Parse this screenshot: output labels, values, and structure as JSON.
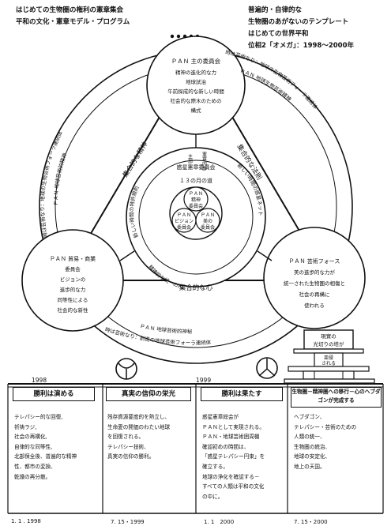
{
  "header_left": {
    "line1": "はじめての生物圏の権利の憲章集会",
    "line2": "平和の文化・憲章モデル・プログラム"
  },
  "header_right": {
    "line1": "普遍的・自律的な",
    "line2": "生物圏のあがないのテンプレート",
    "line3": "はじめての世界平和",
    "line4": "位相2「オメガ」：1998～2000年"
  },
  "top_circle": {
    "title": "ＰＡＮ 主の委員会",
    "lines": [
      "精神の進化的な力",
      "地球試治",
      "午前探成的な新しい時間",
      "社会的な際木のための",
      "構式"
    ]
  },
  "inner_ring": {
    "top_label": "惑星憲章委員会",
    "center_label": "１３の月の道",
    "left_arc": "新しい時間の特許規則",
    "right_arc": "新しい時間の惑星ネット",
    "bottom_arc": "精神的な統一の内",
    "vert_left": "主部",
    "vert_right": "憲章内部"
  },
  "small_circles": {
    "top": [
      "ＰＡＮ",
      "精神",
      "委員会"
    ],
    "left": [
      "ＰＡＮ",
      "ビジョン",
      "委員会"
    ],
    "right": [
      "ＰＡＮ",
      "美の",
      "委員会"
    ]
  },
  "left_circle": {
    "title": "ＰＡＮ 貿易・商業",
    "lines": [
      "委員会",
      "ビジョンの",
      "進歩的な力",
      "同等性による",
      "社会的な新性"
    ]
  },
  "right_circle": {
    "title": "ＰＡＮ 芸術フォース",
    "lines": [
      "美の進歩的な力が",
      "統一された生物圏の相傷と",
      "社会の再構に",
      "使われる"
    ]
  },
  "center_labels": {
    "left_diag": "集合的な精神",
    "right_diag": "集合的な法則",
    "bottom": "集合的な心"
  },
  "outer_labels": {
    "left_outer": "時は芸術なり：地球の生物芸術フォーラ連続体",
    "left_inner": "ＰＡＮ 地球芸術的精神",
    "right_outer": "時は芸術なり：地球の生物芸術フォーラ連続体",
    "right_inner": "ＰＡＮ 地球生物芸術精神",
    "bottom_inner": "ＰＡＮ 地球芸術的神秘",
    "bottom_outer": "時は芸術なり：創造の地球芸術フォーラ連続体"
  },
  "pagoda": {
    "top": "現實の",
    "top2": "光切りの塔が",
    "middle": "皿侵",
    "middle2": "される"
  },
  "timeline": {
    "year_1998": "1998",
    "year_1999": "1999",
    "columns": [
      {
        "head": "勝利は演める",
        "lines": [
          "テレパシー的な回復,",
          "祈祷ラジ,",
          "社会の再構化,",
          "自律的な同等性,",
          "北部保全後、普遍的な精神",
          "性、都市の変換、",
          "乾燥の再分散。"
        ],
        "date": "1. 1 . 1998"
      },
      {
        "head": "真実の信仰の栄光",
        "lines": [
          "残存資源要度的を熱立し、",
          "生命愛の開価のわたい地球",
          "を回復される。",
          "テレパシー技術、",
          "真実の信仰の勝利。"
        ],
        "date": "7. 15・1999"
      },
      {
        "head": "勝利は果たす",
        "lines": [
          "惑星憲章総会が",
          "ＰＡＮとして実現される。",
          "ＰＡＮ・地球芸術囲周棚",
          "確認初めの時間は、",
          "「惑星テレパシー円束」を",
          "確立する。",
          "地球の浄化を確認する－",
          "すべての人類は平和の文化",
          "の中に。"
        ],
        "date": "1. 1　2000"
      },
      {
        "head": "生物圏－精神圏への移行－心のヘブダゴンが完成する",
        "lines": [
          "ヘブダゴン、",
          "テレパシー・芸術のための",
          "人類の統一、",
          "生物圏の統治、",
          "地球の安定化、",
          "地上の天国。"
        ],
        "date": "7. 15・2000"
      }
    ]
  }
}
